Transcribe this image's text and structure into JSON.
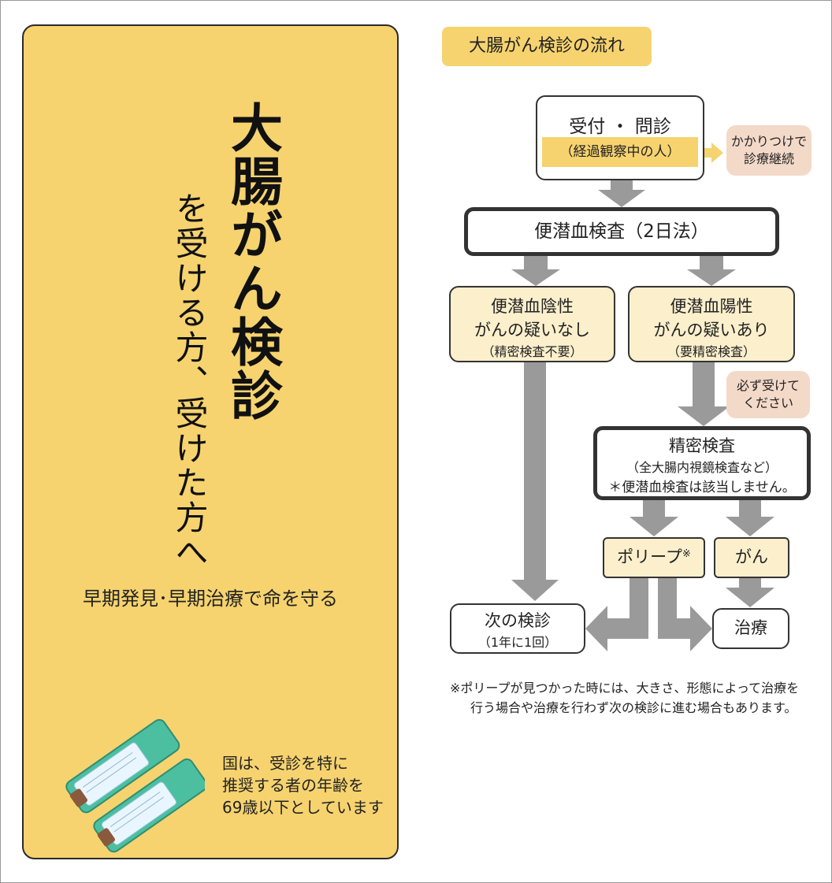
{
  "left": {
    "main_title": "大腸がん検診",
    "sub_title_1": "を受ける方、",
    "sub_title_2": "受けた方へ",
    "slogan": "早期発見･早期治療で命を守る",
    "age_note": [
      "国は、受診を特に",
      "推奨する者の年齢を",
      "69歳以下としています"
    ]
  },
  "flow": {
    "title": "大腸がん検診の流れ",
    "reception": {
      "label": "受付 ・ 問診",
      "chip": "（経過観察中の人）"
    },
    "continue_bubble": [
      "かかりつけで",
      "診療継続"
    ],
    "fobt": "便潜血検査（2日法）",
    "negative": {
      "line1": "便潜血陰性",
      "line2": "がんの疑いなし",
      "line3": "（精密検査不要）"
    },
    "positive": {
      "line1": "便潜血陽性",
      "line2": "がんの疑いあり",
      "line3": "（要精密検査）"
    },
    "must_bubble": [
      "必ず受けて",
      "ください"
    ],
    "detail": {
      "line1": "精密検査",
      "line2": "（全大腸内視鏡検査など）",
      "line3": "＊便潜血検査は該当しません。"
    },
    "polyp": "ポリープ",
    "polyp_mark": "※",
    "cancer": "がん",
    "next": {
      "line1": "次の検診",
      "line2": "（1年に1回）"
    },
    "treatment": "治療",
    "footnote_1": "※ポリープが見つかった時には、大きさ、形態によって治療を",
    "footnote_2": "行う場合や治療を行わず次の検診に進む場合もあります。"
  },
  "colors": {
    "accent_yellow": "#f6d36f",
    "pale_yellow": "#fbefcc",
    "pink_bubble": "#f3d9c8",
    "arrow_gray": "#9a9a9a"
  }
}
